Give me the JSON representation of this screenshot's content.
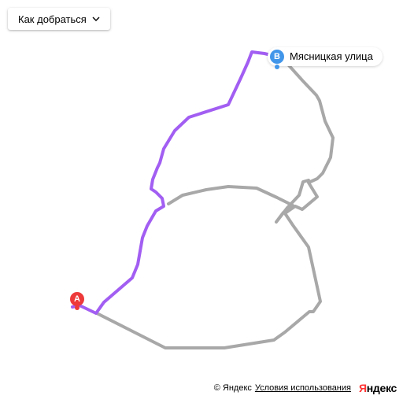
{
  "route_button": {
    "label": "Как добраться",
    "chevron_icon": "chevron-down-icon"
  },
  "destination": {
    "marker_letter": "B",
    "label": "Мясницкая улица",
    "color": "#4296ea"
  },
  "origin": {
    "marker_letter": "A",
    "color": "#ee3a3a"
  },
  "routes": {
    "primary_color": "#a25ef2",
    "alternative_color": "#a8a8a8"
  },
  "footer": {
    "copyright": "© Яндекс",
    "terms": "Условия использования",
    "logo_first": "Я",
    "logo_rest": "ндекс"
  }
}
